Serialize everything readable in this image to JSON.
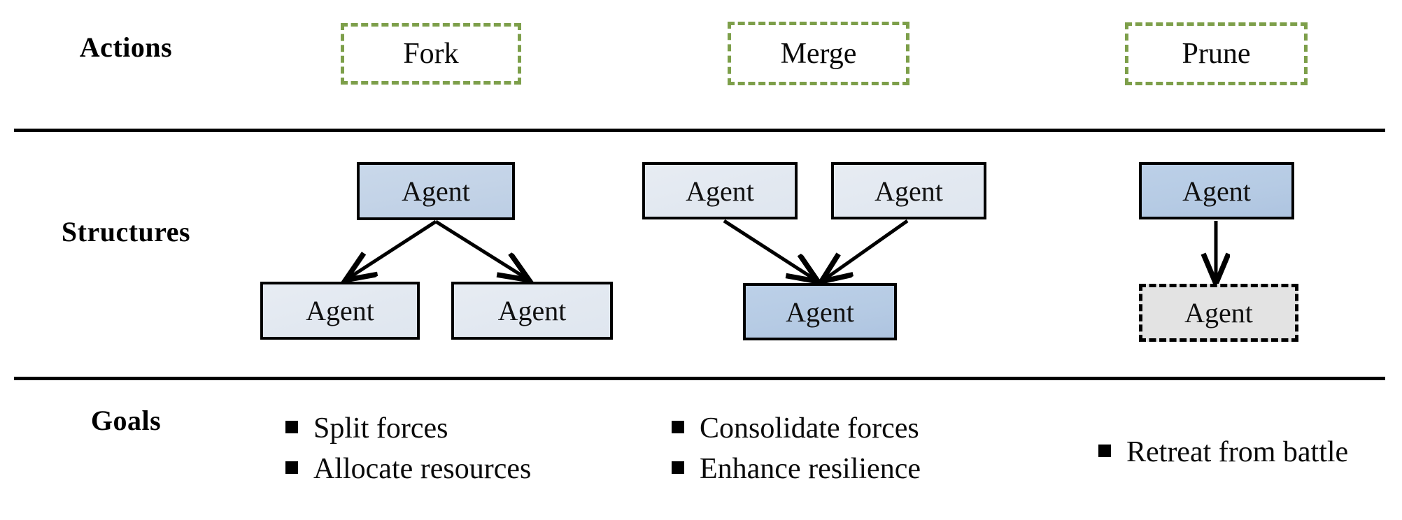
{
  "rows": {
    "actions_label": "Actions",
    "structures_label": "Structures",
    "goals_label": "Goals"
  },
  "actions": [
    {
      "id": "fork",
      "label": "Fork"
    },
    {
      "id": "merge",
      "label": "Merge"
    },
    {
      "id": "prune",
      "label": "Prune"
    }
  ],
  "structures": {
    "fork": {
      "parent": "Agent",
      "child_left": "Agent",
      "child_right": "Agent"
    },
    "merge": {
      "source_left": "Agent",
      "source_right": "Agent",
      "target": "Agent"
    },
    "prune": {
      "parent": "Agent",
      "child": "Agent"
    }
  },
  "goals": {
    "fork": [
      "Split forces",
      "Allocate resources"
    ],
    "merge": [
      "Consolidate forces",
      "Enhance resilience"
    ],
    "prune": [
      "Retreat from battle"
    ]
  },
  "colors": {
    "action_border_green": "#7d9f4a",
    "node_border_black": "#000000",
    "node_light_blue": "#e3e9f1",
    "node_strong_blue": "#b6cbe4",
    "node_pruned_gray": "#e3e3e3",
    "rule_black": "#000000",
    "background": "#ffffff"
  }
}
